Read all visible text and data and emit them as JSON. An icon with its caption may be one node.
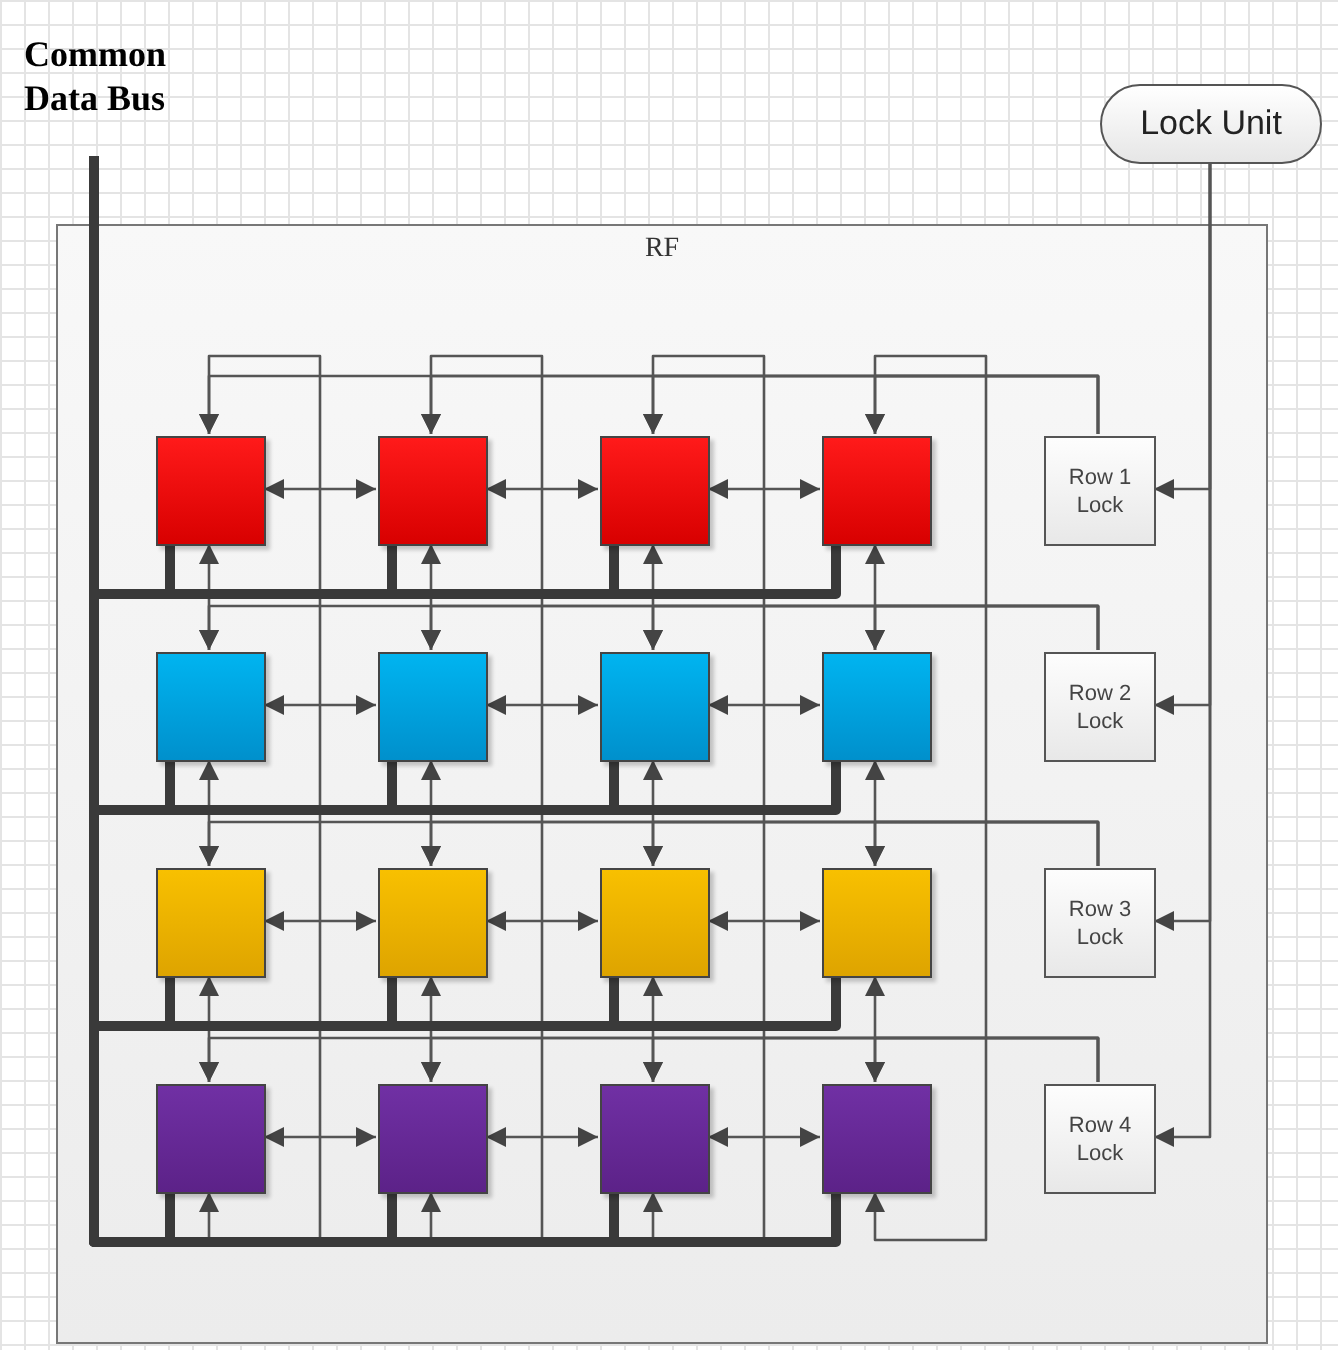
{
  "diagram": {
    "nodes": [
      {
        "text": [
          "Common Data Bus"
        ]
      },
      {
        "text": [
          "Lock Unit"
        ]
      },
      {
        "text": [
          "RF"
        ]
      },
      {
        "text": [],
        "shape": "box",
        "in": 2
      },
      {
        "text": [],
        "shape": "box",
        "in": 2
      },
      {
        "text": [],
        "shape": "box",
        "in": 2
      },
      {
        "text": [],
        "shape": "box",
        "in": 2
      },
      {
        "text": [],
        "shape": "box",
        "in": 2
      },
      {
        "text": [],
        "shape": "box",
        "in": 2
      },
      {
        "text": [],
        "shape": "box",
        "in": 2
      },
      {
        "text": [],
        "shape": "box",
        "in": 2
      },
      {
        "text": [],
        "shape": "box",
        "in": 2
      },
      {
        "text": [],
        "shape": "box",
        "in": 2
      },
      {
        "text": [],
        "shape": "box",
        "in": 2
      },
      {
        "text": [],
        "shape": "box",
        "in": 2
      },
      {
        "text": [],
        "shape": "box",
        "in": 2
      },
      {
        "text": [],
        "shape": "box",
        "in": 2
      },
      {
        "text": [],
        "shape": "box",
        "in": 2
      },
      {
        "text": [],
        "shape": "box",
        "in": 2
      },
      {
        "text": [
          "Row 1 Lock"
        ],
        "in": 2
      },
      {
        "text": [
          "Row 2 Lock"
        ],
        "in": 2
      },
      {
        "text": [
          "Row 3 Lock"
        ],
        "in": 2
      },
      {
        "text": [
          "Row 4 Lock"
        ],
        "in": 2
      }
    ],
    "edges": [
      {
        "from": 1,
        "to": 19,
        "arrow": "to"
      },
      {
        "from": 1,
        "to": 20,
        "arrow": "to"
      },
      {
        "from": 1,
        "to": 21,
        "arrow": "to"
      },
      {
        "from": 1,
        "to": 22,
        "arrow": "to"
      },
      {
        "from": 19,
        "to": 3,
        "arrow": "to"
      },
      {
        "from": 19,
        "to": 4,
        "arrow": "to"
      },
      {
        "from": 19,
        "to": 5,
        "arrow": "to"
      },
      {
        "from": 19,
        "to": 6,
        "arrow": "to"
      },
      {
        "from": 20,
        "to": 7,
        "arrow": "to"
      },
      {
        "from": 20,
        "to": 8,
        "arrow": "to"
      },
      {
        "from": 20,
        "to": 9,
        "arrow": "to"
      },
      {
        "from": 20,
        "to": 10,
        "arrow": "to"
      },
      {
        "from": 21,
        "to": 11,
        "arrow": "to"
      },
      {
        "from": 21,
        "to": 12,
        "arrow": "to"
      },
      {
        "from": 21,
        "to": 13,
        "arrow": "to"
      },
      {
        "from": 21,
        "to": 14,
        "arrow": "to"
      },
      {
        "from": 22,
        "to": 15,
        "arrow": "to"
      },
      {
        "from": 22,
        "to": 16,
        "arrow": "to"
      },
      {
        "from": 22,
        "to": 17,
        "arrow": "to"
      },
      {
        "from": 22,
        "to": 18,
        "arrow": "to"
      },
      {
        "from": 3,
        "to": 4,
        "arrow": "both"
      },
      {
        "from": 4,
        "to": 5,
        "arrow": "both"
      },
      {
        "from": 5,
        "to": 6,
        "arrow": "both"
      },
      {
        "from": 7,
        "to": 8,
        "arrow": "both"
      },
      {
        "from": 8,
        "to": 9,
        "arrow": "both"
      },
      {
        "from": 9,
        "to": 10,
        "arrow": "both"
      },
      {
        "from": 11,
        "to": 12,
        "arrow": "both"
      },
      {
        "from": 12,
        "to": 13,
        "arrow": "both"
      },
      {
        "from": 13,
        "to": 14,
        "arrow": "both"
      },
      {
        "from": 15,
        "to": 16,
        "arrow": "both"
      },
      {
        "from": 16,
        "to": 17,
        "arrow": "both"
      },
      {
        "from": 17,
        "to": 18,
        "arrow": "both"
      },
      {
        "from": 3,
        "to": 7,
        "arrow": "both"
      },
      {
        "from": 4,
        "to": 8,
        "arrow": "both"
      },
      {
        "from": 5,
        "to": 9,
        "arrow": "both"
      },
      {
        "from": 6,
        "to": 10,
        "arrow": "both"
      },
      {
        "from": 7,
        "to": 11,
        "arrow": "both"
      },
      {
        "from": 8,
        "to": 12,
        "arrow": "both"
      },
      {
        "from": 9,
        "to": 13,
        "arrow": "both"
      },
      {
        "from": 10,
        "to": 14,
        "arrow": "both"
      },
      {
        "from": 11,
        "to": 15,
        "arrow": "both"
      },
      {
        "from": 12,
        "to": 16,
        "arrow": "both"
      },
      {
        "from": 13,
        "to": 17,
        "arrow": "both"
      },
      {
        "from": 14,
        "to": 18,
        "arrow": "both"
      },
      {
        "from": 3,
        "to": 15,
        "arrow": "both"
      },
      {
        "from": 4,
        "to": 16,
        "arrow": "both"
      },
      {
        "from": 5,
        "to": 17,
        "arrow": "both"
      },
      {
        "from": 6,
        "to": 18,
        "arrow": "both"
      },
      {
        "from": 0,
        "to": 3,
        "arrow": "none",
        "style": "thick"
      },
      {
        "from": 0,
        "to": 4,
        "arrow": "none",
        "style": "thick"
      },
      {
        "from": 0,
        "to": 5,
        "arrow": "none",
        "style": "thick"
      },
      {
        "from": 0,
        "to": 6,
        "arrow": "none",
        "style": "thick"
      },
      {
        "from": 0,
        "to": 7,
        "arrow": "none",
        "style": "thick"
      },
      {
        "from": 0,
        "to": 8,
        "arrow": "none",
        "style": "thick"
      },
      {
        "from": 0,
        "to": 9,
        "arrow": "none",
        "style": "thick"
      },
      {
        "from": 0,
        "to": 10,
        "arrow": "none",
        "style": "thick"
      },
      {
        "from": 0,
        "to": 11,
        "arrow": "none",
        "style": "thick"
      },
      {
        "from": 0,
        "to": 12,
        "arrow": "none",
        "style": "thick"
      },
      {
        "from": 0,
        "to": 13,
        "arrow": "none",
        "style": "thick"
      },
      {
        "from": 0,
        "to": 14,
        "arrow": "none",
        "style": "thick"
      },
      {
        "from": 0,
        "to": 15,
        "arrow": "none",
        "style": "thick"
      },
      {
        "from": 0,
        "to": 16,
        "arrow": "none",
        "style": "thick"
      },
      {
        "from": 0,
        "to": 17,
        "arrow": "none",
        "style": "thick"
      },
      {
        "from": 0,
        "to": 18,
        "arrow": "none",
        "style": "thick"
      }
    ]
  }
}
